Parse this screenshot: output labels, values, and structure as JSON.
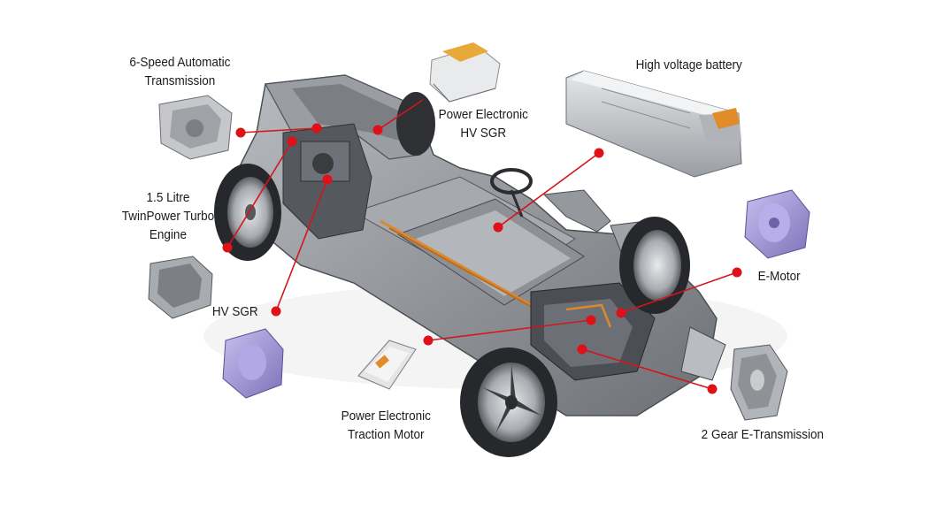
{
  "labels": {
    "transmission_6speed": [
      "6-Speed Automatic",
      "Transmission"
    ],
    "power_electronic_hv_sgr": [
      "Power Electronic",
      "HV SGR"
    ],
    "high_voltage_battery": [
      "High voltage battery"
    ],
    "engine": [
      "1.5 Litre",
      "TwinPower Turbo",
      "Engine"
    ],
    "hv_sgr": [
      "HV SGR"
    ],
    "e_motor": [
      "E-Motor"
    ],
    "power_electronic_traction_motor": [
      "Power Electronic",
      "Traction Motor"
    ],
    "e_transmission_2gear": [
      "2 Gear E-Transmission"
    ]
  },
  "colors": {
    "callout_red": "#e01018",
    "car_body": "#8c8f93",
    "battery_orange": "#c9782a",
    "component_purple": "#a79ad6",
    "tire": "#26282b"
  }
}
